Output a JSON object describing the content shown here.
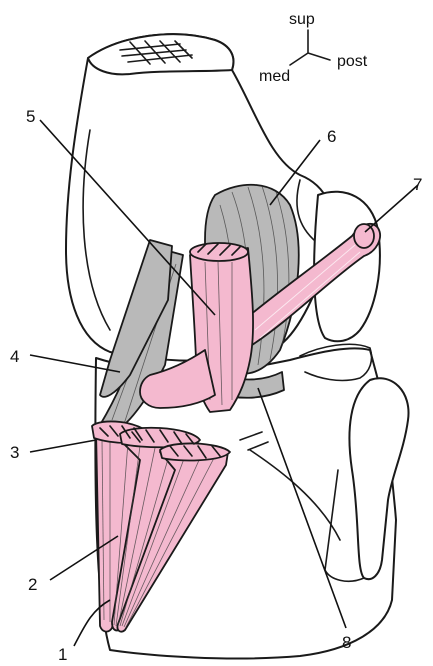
{
  "orientation": {
    "superior": "sup",
    "medial": "med",
    "posterior": "post"
  },
  "labels": [
    "1",
    "2",
    "3",
    "4",
    "5",
    "6",
    "7",
    "8"
  ],
  "colors": {
    "ligament_pink": "#f4b9cf",
    "structure_grey": "#b9b9b9",
    "outline": "#1a1a1a"
  }
}
